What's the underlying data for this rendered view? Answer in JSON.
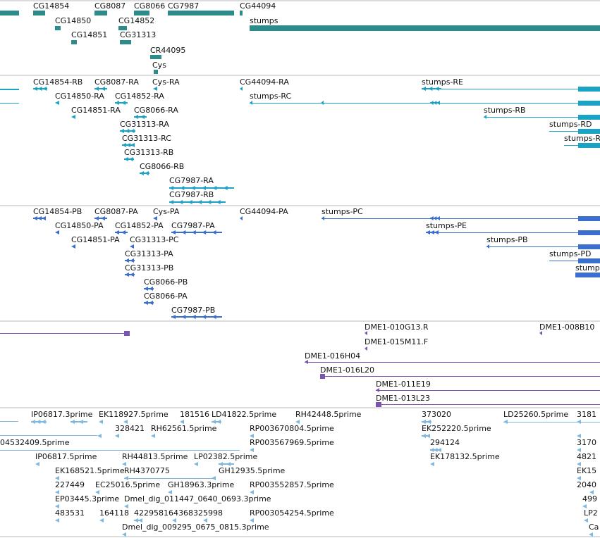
{
  "colors": {
    "gene": "#2e8b8b",
    "transcript": "#1aa3c4",
    "protein": "#3b6fcf",
    "clone": "#7a54b0",
    "est": "#7eb8de",
    "divider": "#b8b8b8"
  },
  "tracks": [
    {
      "id": "genes",
      "color": "gene",
      "labels": [
        {
          "text": "CG14854"
        },
        {
          "text": "CG8087"
        },
        {
          "text": "CG8066"
        },
        {
          "text": "CG7987"
        },
        {
          "text": "CG44094"
        },
        {
          "text": "CG14850"
        },
        {
          "text": "CG14852"
        },
        {
          "text": "stumps"
        },
        {
          "text": "CG14851"
        },
        {
          "text": "CG31313"
        },
        {
          "text": "CR44095"
        },
        {
          "text": "Cys"
        }
      ]
    },
    {
      "id": "transcripts",
      "color": "transcript",
      "labels": [
        {
          "text": "CG14854-RB"
        },
        {
          "text": "CG8087-RA"
        },
        {
          "text": "Cys-RA"
        },
        {
          "text": "CG44094-RA"
        },
        {
          "text": "stumps-RE"
        },
        {
          "text": "CG14850-RA"
        },
        {
          "text": "CG14852-RA"
        },
        {
          "text": "stumps-RC"
        },
        {
          "text": "CG14851-RA"
        },
        {
          "text": "CG8066-RA"
        },
        {
          "text": "stumps-RB"
        },
        {
          "text": "CG31313-RA"
        },
        {
          "text": "stumps-RD"
        },
        {
          "text": "CG31313-RC"
        },
        {
          "text": "stumps-R"
        },
        {
          "text": "CG31313-RB"
        },
        {
          "text": "CG8066-RB"
        },
        {
          "text": "CG7987-RA"
        },
        {
          "text": "CG7987-RB"
        }
      ]
    },
    {
      "id": "proteins",
      "color": "protein",
      "labels": [
        {
          "text": "CG14854-PB"
        },
        {
          "text": "CG8087-PA"
        },
        {
          "text": "Cys-PA"
        },
        {
          "text": "CG44094-PA"
        },
        {
          "text": "stumps-PC"
        },
        {
          "text": "CG14850-PA"
        },
        {
          "text": "CG14852-PA"
        },
        {
          "text": "CG7987-PA"
        },
        {
          "text": "stumps-PE"
        },
        {
          "text": "CG14851-PA"
        },
        {
          "text": "CG31313-PC"
        },
        {
          "text": "stumps-PB"
        },
        {
          "text": "CG31313-PA"
        },
        {
          "text": "stumps-PD"
        },
        {
          "text": "stump"
        },
        {
          "text": "CG31313-PB"
        },
        {
          "text": "CG8066-PB"
        },
        {
          "text": "CG8066-PA"
        },
        {
          "text": "CG7987-PB"
        }
      ]
    },
    {
      "id": "clones",
      "color": "clone",
      "labels": [
        {
          "text": "DME1-010G13.R"
        },
        {
          "text": "DME1-008B10"
        },
        {
          "text": "DME1-015M11.F"
        },
        {
          "text": "DME1-016H04"
        },
        {
          "text": "DME1-016L20"
        },
        {
          "text": "DME1-011E19"
        },
        {
          "text": "DME1-013L23"
        }
      ]
    },
    {
      "id": "ests",
      "color": "est",
      "labels": [
        {
          "text": "IP06817.3prime"
        },
        {
          "text": "EK118927.5prime"
        },
        {
          "text": "181516"
        },
        {
          "text": "LD41822.5prime"
        },
        {
          "text": "RH42448.5prime"
        },
        {
          "text": "373020"
        },
        {
          "text": "LD25260.5prime"
        },
        {
          "text": "3181"
        },
        {
          "text": "328421"
        },
        {
          "text": "RH62561.5prime"
        },
        {
          "text": "RP003670804.5prime"
        },
        {
          "text": "EK252220.5prime"
        },
        {
          "text": "04532409.5prime"
        },
        {
          "text": "RP003567969.5prime"
        },
        {
          "text": "294124"
        },
        {
          "text": "3170"
        },
        {
          "text": "IP06817.5prime"
        },
        {
          "text": "RH44813.5prime"
        },
        {
          "text": "LP02382.5prime"
        },
        {
          "text": "EK178132.5prime"
        },
        {
          "text": "4821"
        },
        {
          "text": "EK168521.5prime"
        },
        {
          "text": "RH4370775"
        },
        {
          "text": "GH12935.5prime"
        },
        {
          "text": "EK15"
        },
        {
          "text": "227449"
        },
        {
          "text": "EC25016.5prime"
        },
        {
          "text": "GH18963.3prime"
        },
        {
          "text": "RP003552857.5prime"
        },
        {
          "text": "2040"
        },
        {
          "text": "EP03445.3prime"
        },
        {
          "text": "Dmel_dig_011447_0640_0693.3prime"
        },
        {
          "text": "499"
        },
        {
          "text": "483531"
        },
        {
          "text": "164118"
        },
        {
          "text": "422958164368325998"
        },
        {
          "text": "RP003054254.5prime"
        },
        {
          "text": "LP2"
        },
        {
          "text": "Dmel_dig_009295_0675_0815.3prime"
        },
        {
          "text": "Ca"
        }
      ]
    }
  ]
}
